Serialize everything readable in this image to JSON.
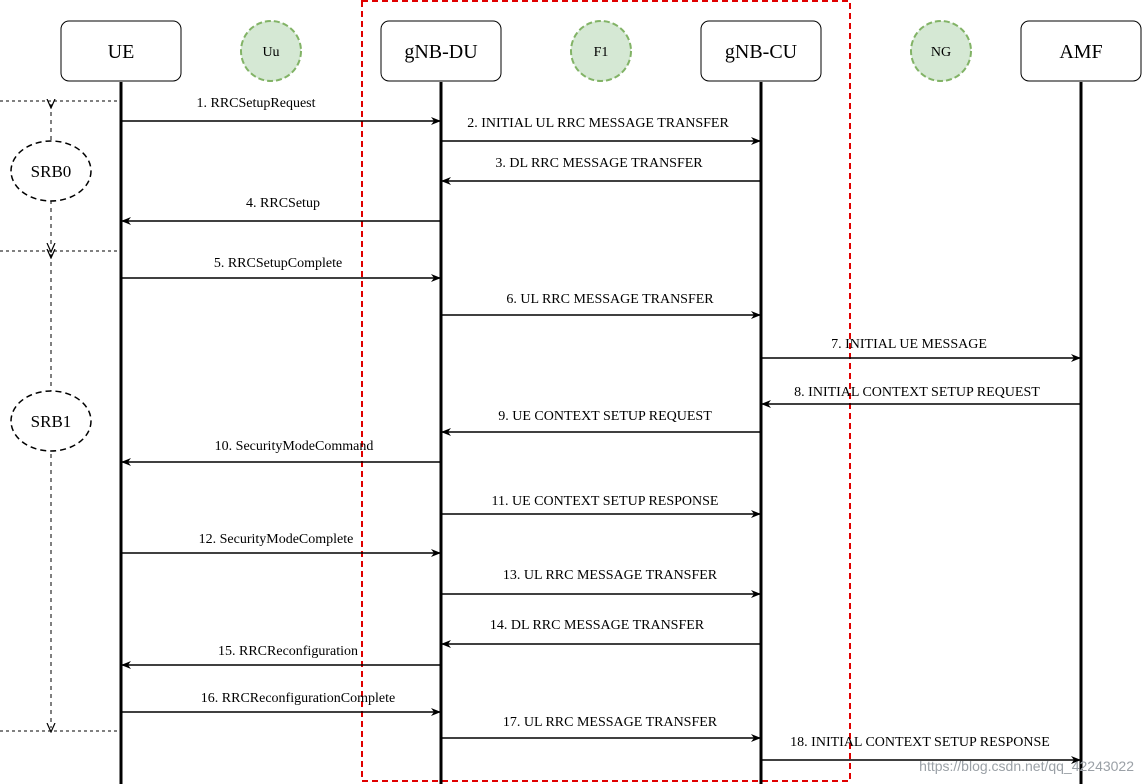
{
  "entities": [
    {
      "id": "ue",
      "label": "UE"
    },
    {
      "id": "du",
      "label": "gNB-DU"
    },
    {
      "id": "cu",
      "label": "gNB-CU"
    },
    {
      "id": "amf",
      "label": "AMF"
    }
  ],
  "interfaces": [
    {
      "id": "uu",
      "label": "Uu"
    },
    {
      "id": "f1",
      "label": "F1"
    },
    {
      "id": "ng",
      "label": "NG"
    }
  ],
  "phases": [
    {
      "id": "srb0",
      "label": "SRB0"
    },
    {
      "id": "srb1",
      "label": "SRB1"
    }
  ],
  "messages": [
    {
      "label": "1. RRCSetupRequest"
    },
    {
      "label": "2. INITIAL UL RRC MESSAGE TRANSFER"
    },
    {
      "label": "3. DL RRC MESSAGE TRANSFER"
    },
    {
      "label": "4. RRCSetup"
    },
    {
      "label": "5. RRCSetupComplete"
    },
    {
      "label": "6. UL RRC MESSAGE TRANSFER"
    },
    {
      "label": "7. INITIAL UE MESSAGE"
    },
    {
      "label": "8. INITIAL CONTEXT SETUP REQUEST"
    },
    {
      "label": "9. UE CONTEXT SETUP REQUEST"
    },
    {
      "label": "10. SecurityModeCommand"
    },
    {
      "label": "11. UE CONTEXT SETUP RESPONSE"
    },
    {
      "label": "12. SecurityModeComplete"
    },
    {
      "label": "13. UL RRC MESSAGE TRANSFER"
    },
    {
      "label": "14. DL RRC MESSAGE TRANSFER"
    },
    {
      "label": "15. RRCReconfiguration"
    },
    {
      "label": "16. RRCReconfigurationComplete"
    },
    {
      "label": "17. UL RRC MESSAGE TRANSFER"
    },
    {
      "label": "18. INITIAL CONTEXT SETUP RESPONSE"
    }
  ],
  "watermark": "https://blog.csdn.net/qq_42243022",
  "colors": {
    "interface_fill": "#d5e8d4",
    "interface_stroke": "#82b366",
    "gnb_border": "#e00000"
  }
}
